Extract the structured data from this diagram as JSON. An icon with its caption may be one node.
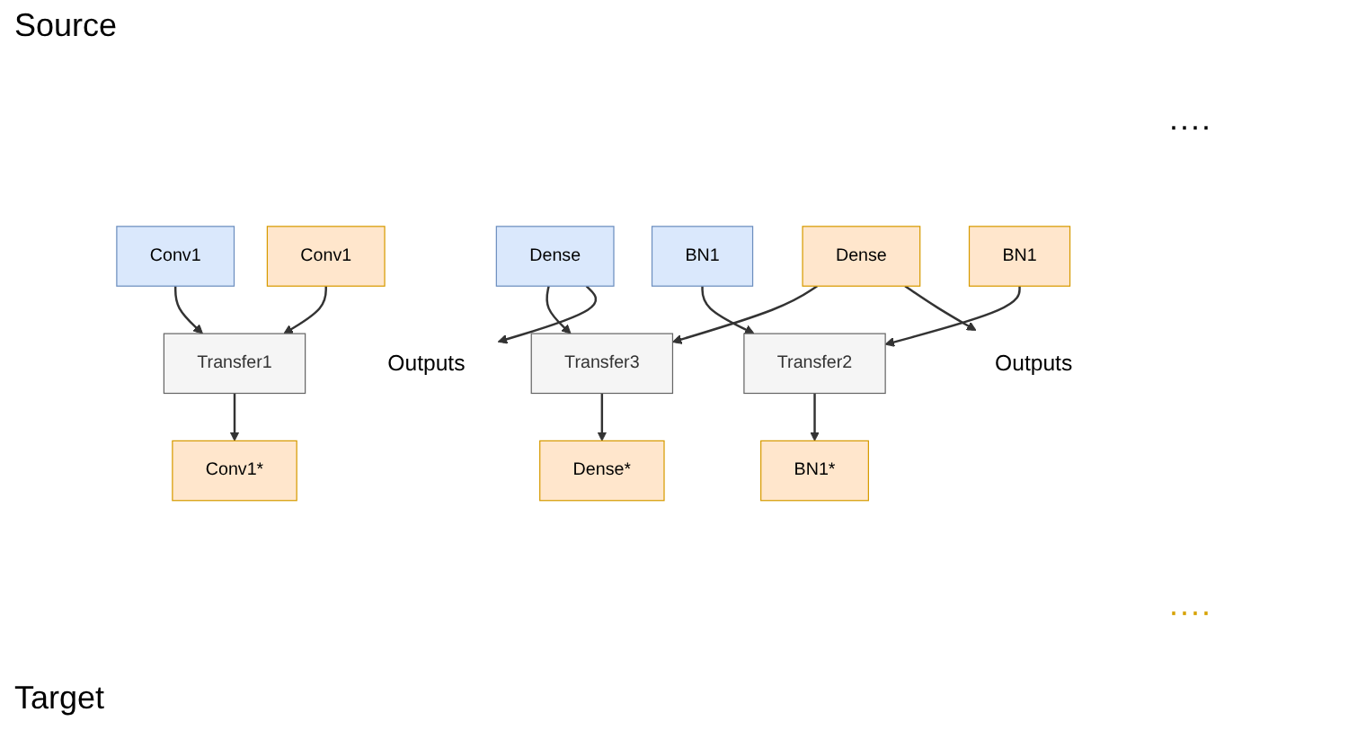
{
  "diagram": {
    "nodes": [
      {
        "text": [
          "Conv1"
        ]
      },
      {
        "text": [
          "BN1"
        ]
      },
      {
        "text": [
          "Dense"
        ]
      },
      {
        "text": [
          "Outputs"
        ]
      },
      {
        "text": [
          "Transfer1"
        ]
      },
      {
        "text": [
          "Conv1*"
        ]
      },
      {
        "text": [
          "Transfer2"
        ]
      },
      {
        "text": [
          "BN1*"
        ]
      },
      {
        "text": [
          "Transfer3"
        ]
      },
      {
        "text": [
          "Dense*"
        ]
      },
      {
        "text": [
          "Conv1"
        ]
      },
      {
        "text": [
          "BN1"
        ]
      },
      {
        "text": [
          "Dense"
        ]
      },
      {
        "text": [
          "Outputs"
        ]
      }
    ],
    "edges": [
      {
        "from": 0,
        "to": 4,
        "arrow": "to"
      },
      {
        "from": 10,
        "to": 4,
        "arrow": "to"
      },
      {
        "from": 4,
        "to": 5,
        "arrow": "to"
      },
      {
        "from": 1,
        "to": 6,
        "arrow": "to"
      },
      {
        "from": 11,
        "to": 6,
        "arrow": "to"
      },
      {
        "from": 6,
        "to": 7,
        "arrow": "to"
      },
      {
        "from": 2,
        "to": 8,
        "arrow": "to"
      },
      {
        "from": 12,
        "to": 8,
        "arrow": "to"
      },
      {
        "from": 8,
        "to": 9,
        "arrow": "to"
      },
      {
        "from": 2,
        "to": 3,
        "arrow": "to"
      },
      {
        "from": 12,
        "to": 13,
        "arrow": "to"
      }
    ],
    "labels": [
      "Source",
      "····",
      "····",
      "Target"
    ]
  }
}
